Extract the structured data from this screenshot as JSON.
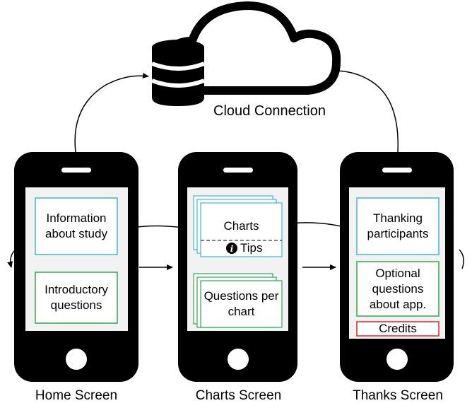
{
  "cloud": {
    "label": "Cloud Connection"
  },
  "home": {
    "caption": "Home Screen",
    "info_box": "Information about study",
    "intro_box": "Introductory questions"
  },
  "charts": {
    "caption": "Charts Screen",
    "charts_label": "Charts",
    "tips_label": "Tips",
    "questions_label": "Questions per chart"
  },
  "thanks": {
    "caption": "Thanks Screen",
    "thanking_box": "Thanking participants",
    "optional_box": "Optional questions about app.",
    "credits_label": "Credits"
  },
  "colors": {
    "phone": "#000000",
    "screen": "#f2f2f2",
    "blue_box": "#3fb6d6",
    "green_box": "#2fa84f",
    "red_box": "#e8232a"
  },
  "icons": [
    "database-icon",
    "cloud-icon",
    "info-icon"
  ]
}
